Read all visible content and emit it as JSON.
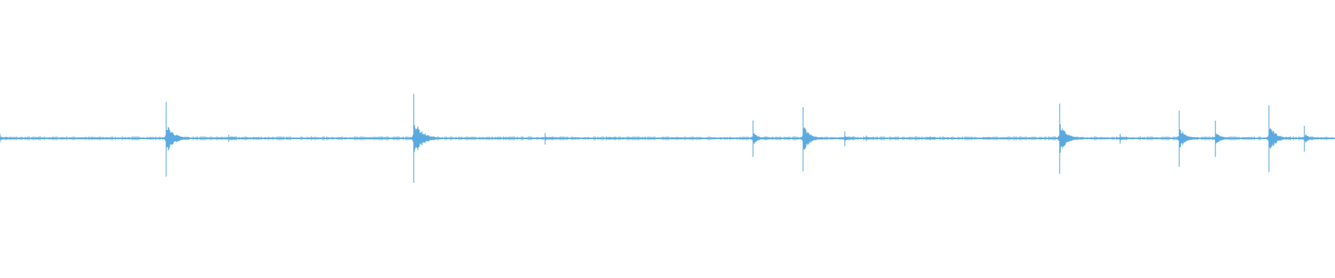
{
  "waveform": {
    "color": "#5aaae0",
    "background": "#ffffff",
    "peaks": [
      {
        "t": 0.0,
        "up": 0.05,
        "down": 0.05
      },
      {
        "t": 0.1245,
        "up": 0.41,
        "down": 0.43
      },
      {
        "t": 0.1715,
        "up": 0.04,
        "down": 0.04
      },
      {
        "t": 0.31,
        "up": 0.5,
        "down": 0.5
      },
      {
        "t": 0.4085,
        "up": 0.06,
        "down": 0.07
      },
      {
        "t": 0.4565,
        "up": 0.01,
        "down": 0.01
      },
      {
        "t": 0.564,
        "up": 0.2,
        "down": 0.21
      },
      {
        "t": 0.6015,
        "up": 0.35,
        "down": 0.37
      },
      {
        "t": 0.633,
        "up": 0.08,
        "down": 0.09
      },
      {
        "t": 0.649,
        "up": 0.03,
        "down": 0.03
      },
      {
        "t": 0.696,
        "up": 0.01,
        "down": 0.01
      },
      {
        "t": 0.738,
        "up": 0.01,
        "down": 0.01
      },
      {
        "t": 0.7935,
        "up": 0.39,
        "down": 0.4
      },
      {
        "t": 0.839,
        "up": 0.05,
        "down": 0.06
      },
      {
        "t": 0.8835,
        "up": 0.31,
        "down": 0.32
      },
      {
        "t": 0.9105,
        "up": 0.2,
        "down": 0.21
      },
      {
        "t": 0.9505,
        "up": 0.37,
        "down": 0.38
      },
      {
        "t": 0.977,
        "up": 0.14,
        "down": 0.15
      }
    ]
  }
}
